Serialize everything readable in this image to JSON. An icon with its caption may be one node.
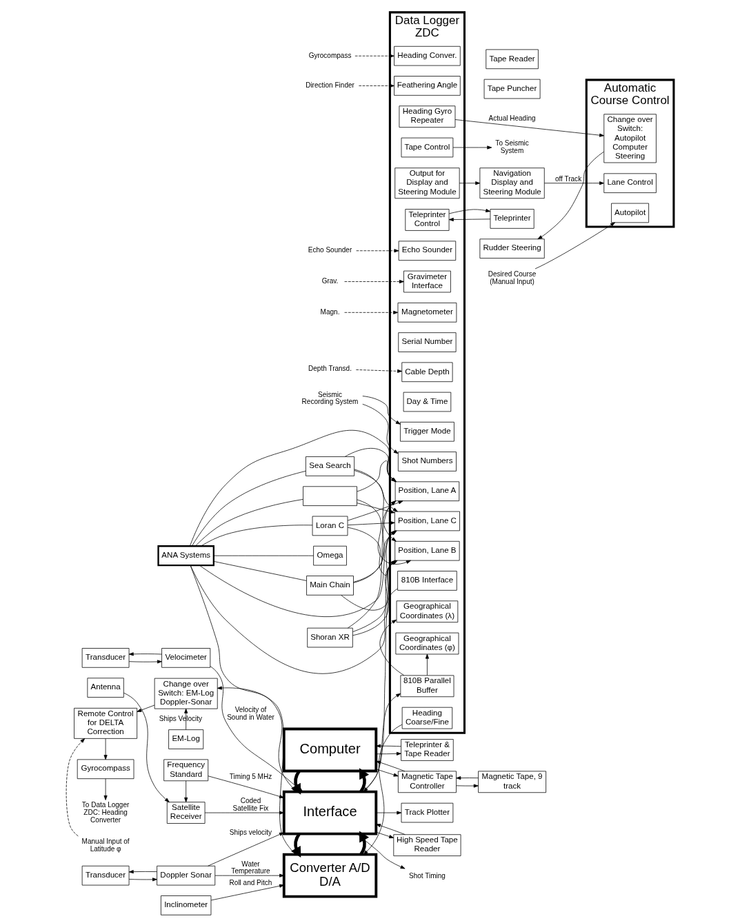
{
  "diagram": {
    "nodes": [
      {
        "text": [
          "Antenna"
        ]
      },
      {
        "text": [
          "Satellite Receiver"
        ]
      },
      {
        "text": [
          "Frequency Standard"
        ]
      },
      {
        "text": [
          "Transducer"
        ]
      },
      {
        "text": [
          "Velocimeter"
        ]
      },
      {
        "text": [
          "Transducer"
        ]
      },
      {
        "text": [
          "Doppler Sonar"
        ]
      },
      {
        "text": [
          "Inclinometer"
        ]
      },
      {
        "text": [
          "Manual Input of Latitude φ"
        ]
      },
      {
        "text": [
          "Remote Control for DELTA Correction"
        ]
      },
      {
        "text": [
          "Change over Switch: EM-Log Doppler-Sonar"
        ]
      },
      {
        "text": [
          "Gyrocompass"
        ]
      },
      {
        "text": [
          "EM-Log"
        ]
      },
      {
        "text": [
          "To Data Logger ZDC: Heading Converter"
        ]
      },
      {
        "text": [
          "Computer"
        ]
      },
      {
        "text": [
          "Interface"
        ]
      },
      {
        "text": [
          "Converter A/D D/A"
        ]
      },
      {
        "text": [
          "Teleprinter & Tape Reader"
        ]
      },
      {
        "text": [
          "Magnetic Tape Controller"
        ]
      },
      {
        "text": [
          "Magnetic Tape, 9 track"
        ]
      },
      {
        "text": [
          "High Speed Tape Reader"
        ]
      },
      {
        "text": [
          "Shot Timing"
        ]
      },
      {
        "text": [
          "Track Plotter"
        ]
      },
      {
        "text": [
          "Data Logger ZDC"
        ]
      },
      {
        "text": [
          "810B Interface"
        ],
        "in": 23
      },
      {
        "text": [
          "Heading Coarse/Fine"
        ],
        "in": 23
      },
      {
        "text": [
          "Heading Gyro Repeater"
        ],
        "in": 23
      },
      {
        "text": [
          "Tape Control"
        ],
        "in": 23
      },
      {
        "text": [
          "Output for Display and Steering Module"
        ],
        "in": 23
      },
      {
        "text": [
          "Teleprinter Control"
        ],
        "in": 23
      },
      {
        "text": [
          "810B Parallel Buffer"
        ],
        "in": 23
      },
      {
        "text": [
          "Serial Number"
        ],
        "in": 23
      },
      {
        "text": [
          "Trigger Mode"
        ],
        "in": 23
      },
      {
        "text": [
          "Day & Time"
        ],
        "in": 23
      },
      {
        "text": [
          "Shot Numbers"
        ],
        "in": 23
      },
      {
        "text": [
          "Geographical Coordinates (λ)"
        ],
        "in": 23
      },
      {
        "text": [
          "Geographical Coordinates (φ)"
        ],
        "in": 23
      },
      {
        "text": [
          "Position, Lane A"
        ],
        "in": 23
      },
      {
        "text": [
          "Position, Lane B"
        ],
        "in": 23
      },
      {
        "text": [
          "Position, Lane C"
        ],
        "in": 23
      },
      {
        "text": [
          "Heading Conver."
        ],
        "in": 23
      },
      {
        "text": [
          "Feathering Angle"
        ],
        "in": 23
      },
      {
        "text": [
          "Echo Sounder"
        ],
        "in": 23
      },
      {
        "text": [
          "Gravimeter Interface"
        ],
        "in": 23
      },
      {
        "text": [
          "Magnetometer"
        ],
        "in": 23
      },
      {
        "text": [
          "Cable Depth"
        ],
        "in": 23
      },
      {
        "text": [
          "Automatic Course Control"
        ]
      },
      {
        "text": [
          "Change over Switch: Autopilot Computer Steering"
        ],
        "in": 46
      },
      {
        "text": [
          "Autopilot"
        ],
        "in": 46
      },
      {
        "text": [
          "Lane Control"
        ],
        "in": 46
      },
      {
        "text": [
          "Rudder Steering"
        ]
      },
      {
        "text": [
          "Desired Course (Manual Input)"
        ]
      },
      {
        "text": [
          "To Seismic System"
        ]
      },
      {
        "text": [
          "Navigation Display and Steering Module"
        ]
      },
      {
        "text": [
          "Tape Puncher"
        ]
      },
      {
        "text": [
          "Teleprinter"
        ]
      },
      {
        "text": [
          "Tape Reader"
        ]
      },
      {
        "text": [
          "Seismic Recording System"
        ]
      },
      {
        "text": [
          "ANA Systems"
        ]
      },
      {
        "text": [
          "Main Chain"
        ]
      },
      {
        "text": [
          "Sea Search"
        ]
      },
      {
        "text": [],
        "shape": "box"
      },
      {
        "text": [
          "Loran C"
        ]
      },
      {
        "text": [
          "Omega"
        ]
      },
      {
        "text": [
          "Shoran XR"
        ]
      },
      {
        "text": [
          "Gyrocompass"
        ]
      },
      {
        "text": [
          "Direction Finder"
        ]
      },
      {
        "text": [
          "Echo Sounder"
        ]
      },
      {
        "text": [
          "Grav."
        ]
      },
      {
        "text": [
          "Magn."
        ]
      },
      {
        "text": [
          "Depth Transd."
        ]
      }
    ],
    "edges": [
      {
        "from": 0,
        "to": 1,
        "arrow": "to"
      },
      {
        "from": 2,
        "to": 1,
        "arrow": "to"
      },
      {
        "from": 1,
        "to": 15,
        "arrow": "to",
        "label": "Coded Satellite Fix"
      },
      {
        "from": 2,
        "to": 15,
        "arrow": "to",
        "label": "Timing 5 MHz"
      },
      {
        "from": 3,
        "to": 4,
        "arrow": "to"
      },
      {
        "from": 4,
        "to": 3,
        "arrow": "to"
      },
      {
        "from": 4,
        "to": 15,
        "arrow": "to",
        "label": "Velocity of Sound in Water"
      },
      {
        "from": 6,
        "to": 5,
        "arrow": "to"
      },
      {
        "from": 5,
        "to": 6,
        "arrow": "to"
      },
      {
        "from": 6,
        "to": 15,
        "arrow": "to",
        "label": "Ships velocity"
      },
      {
        "from": 6,
        "to": 16,
        "arrow": "to",
        "label": "Water Temperature"
      },
      {
        "from": 7,
        "to": 16,
        "arrow": "to",
        "label": "Roll and Pitch"
      },
      {
        "from": 15,
        "to": 14,
        "arrow": "to",
        "style": "thick"
      },
      {
        "from": 14,
        "to": 15,
        "arrow": "to",
        "style": "thick"
      },
      {
        "from": 16,
        "to": 15,
        "arrow": "to",
        "style": "thick"
      },
      {
        "from": 15,
        "to": 16,
        "arrow": "to",
        "style": "thick"
      },
      {
        "from": 14,
        "to": 17,
        "arrow": "to"
      },
      {
        "from": 17,
        "to": 14,
        "arrow": "to"
      },
      {
        "from": 14,
        "to": 18,
        "arrow": "to"
      },
      {
        "from": 18,
        "to": 14,
        "arrow": "to"
      },
      {
        "from": 18,
        "to": 19,
        "arrow": "to"
      },
      {
        "from": 19,
        "to": 18,
        "arrow": "to"
      },
      {
        "from": 15,
        "to": 20,
        "arrow": "to"
      },
      {
        "from": 20,
        "to": 15,
        "arrow": "to"
      },
      {
        "from": 15,
        "to": 21,
        "arrow": "to"
      },
      {
        "from": 15,
        "to": 22,
        "arrow": "to"
      },
      {
        "from": 16,
        "to": 10,
        "arrow": "to"
      },
      {
        "from": 12,
        "to": 10,
        "arrow": "to",
        "label": "Ships Velocity"
      },
      {
        "from": 10,
        "to": 9,
        "arrow": "to"
      },
      {
        "from": 8,
        "to": 9,
        "arrow": "to",
        "style": "dashed"
      },
      {
        "from": 9,
        "to": 11,
        "arrow": "to"
      },
      {
        "from": 11,
        "to": 13,
        "arrow": "to"
      },
      {
        "from": 24,
        "to": 15,
        "arrow": "to"
      },
      {
        "from": 15,
        "to": 30,
        "arrow": "to"
      },
      {
        "from": 25,
        "to": 16,
        "arrow": "to"
      },
      {
        "from": 58,
        "to": 15,
        "arrow": "to"
      },
      {
        "from": 57,
        "to": 32,
        "arrow": "to"
      },
      {
        "from": 57,
        "to": 34,
        "arrow": "to"
      },
      {
        "from": 30,
        "to": 35,
        "arrow": "to"
      },
      {
        "from": 30,
        "to": 36,
        "arrow": "to"
      },
      {
        "from": 58,
        "to": 37,
        "arrow": "to"
      },
      {
        "from": 58,
        "to": 38,
        "arrow": "to"
      },
      {
        "from": 58,
        "to": 39,
        "arrow": "to"
      },
      {
        "from": 59,
        "to": 37,
        "arrow": "to"
      },
      {
        "from": 59,
        "to": 38,
        "arrow": "to"
      },
      {
        "from": 59,
        "to": 39,
        "arrow": "to"
      },
      {
        "from": 60,
        "to": 37,
        "arrow": "to"
      },
      {
        "from": 60,
        "to": 38,
        "arrow": "to"
      },
      {
        "from": 60,
        "to": 39,
        "arrow": "to"
      },
      {
        "from": 61,
        "to": 37,
        "arrow": "to"
      },
      {
        "from": 61,
        "to": 38,
        "arrow": "to"
      },
      {
        "from": 61,
        "to": 39,
        "arrow": "to"
      },
      {
        "from": 62,
        "to": 37,
        "arrow": "to"
      },
      {
        "from": 62,
        "to": 38,
        "arrow": "to"
      },
      {
        "from": 62,
        "to": 39,
        "arrow": "to"
      },
      {
        "from": 64,
        "to": 37,
        "arrow": "to"
      },
      {
        "from": 64,
        "to": 38,
        "arrow": "to"
      },
      {
        "from": 64,
        "to": 39,
        "arrow": "to"
      },
      {
        "from": 58,
        "to": 59,
        "arrow": "none"
      },
      {
        "from": 58,
        "to": 60,
        "arrow": "none"
      },
      {
        "from": 58,
        "to": 61,
        "arrow": "none"
      },
      {
        "from": 58,
        "to": 62,
        "arrow": "none"
      },
      {
        "from": 58,
        "to": 63,
        "arrow": "none"
      },
      {
        "from": 65,
        "to": 40,
        "arrow": "to",
        "style": "dashed"
      },
      {
        "from": 66,
        "to": 41,
        "arrow": "to",
        "style": "dashed"
      },
      {
        "from": 67,
        "to": 42,
        "arrow": "to",
        "style": "dashed"
      },
      {
        "from": 68,
        "to": 43,
        "arrow": "to",
        "style": "dashed"
      },
      {
        "from": 69,
        "to": 44,
        "arrow": "to",
        "style": "dashed"
      },
      {
        "from": 70,
        "to": 45,
        "arrow": "to",
        "style": "dashed"
      },
      {
        "from": 26,
        "to": 47,
        "arrow": "to",
        "label": "Actual Heading"
      },
      {
        "from": 27,
        "to": 52,
        "arrow": "to"
      },
      {
        "from": 28,
        "to": 53,
        "arrow": "to"
      },
      {
        "from": 53,
        "to": 49,
        "arrow": "to",
        "label": "off Track"
      },
      {
        "from": 47,
        "to": 50,
        "arrow": "to"
      },
      {
        "from": 51,
        "to": 48,
        "arrow": "to"
      },
      {
        "from": 29,
        "to": 55,
        "arrow": "to"
      },
      {
        "from": 55,
        "to": 29,
        "arrow": "to"
      }
    ]
  }
}
